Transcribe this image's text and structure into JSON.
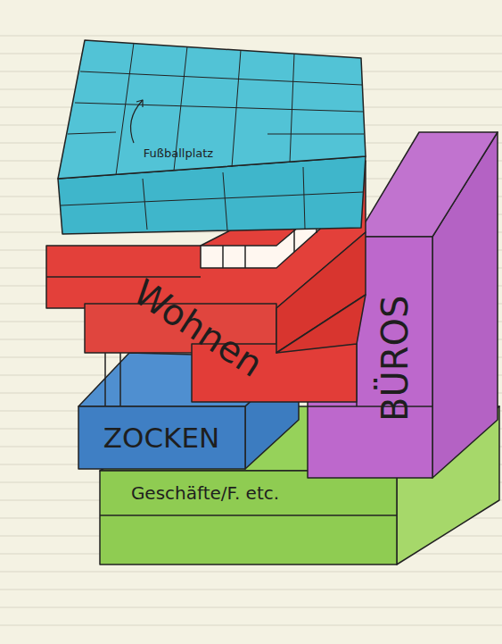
{
  "diagram": {
    "nodes": [
      {
        "text": [
          "Fußballplatz"
        ]
      },
      {
        "text": [
          "Wohnen"
        ]
      },
      {
        "text": [
          "BÜROS"
        ]
      },
      {
        "text": [
          "ZOCKEN"
        ]
      },
      {
        "text": [
          "Geschäfte/F. etc."
        ]
      }
    ]
  }
}
